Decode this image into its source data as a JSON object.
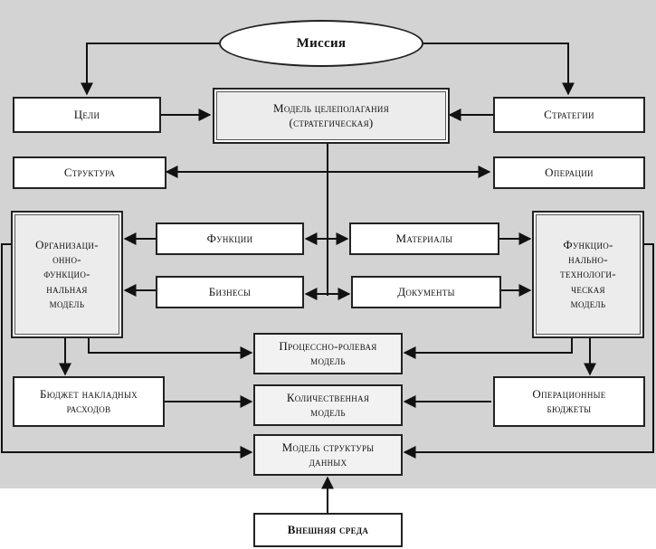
{
  "mission": "Миссия",
  "goal_model": "Модель целеполагания\n(стратегическая)",
  "goals": "Цели",
  "strategies": "Стратегии",
  "structure": "Структура",
  "operations": "Операции",
  "org_model": "Организаци-\nонно-\nфункцио-\nнальная\nмодель",
  "tech_model": "Функцио-\nнально-\nтехнологи-\nческая\nмодель",
  "functions": "Функции",
  "materials": "Материалы",
  "businesses": "Бизнесы",
  "documents": "Документы",
  "process_model": "Процессно-ролевая\nмодель",
  "overhead_budget": "Бюджет накладных\nрасходов",
  "quantity_model": "Количественная\nмодель",
  "op_budgets": "Операционные\nбюджеты",
  "data_model": "Модель структуры\nданных",
  "environment": "Внешняя среда"
}
